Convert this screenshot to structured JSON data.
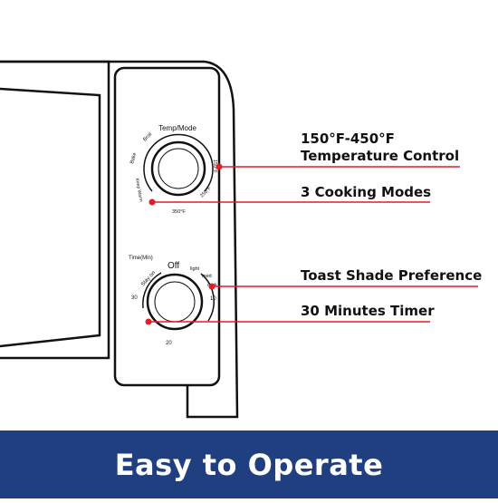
{
  "colors": {
    "banner_bg": "#1f3f80",
    "callout_dot": "#e01e26",
    "callout_line": "#e01e26",
    "outline": "#111111"
  },
  "callouts": {
    "temperature_range": "150°F-450°F",
    "temperature_control": "Temperature Control",
    "cooking_modes": "3 Cooking Modes",
    "toast_shade": "Toast Shade Preference",
    "timer": "30 Minutes Timer"
  },
  "temp_knob": {
    "title": "Temp/Mode",
    "mode_broil": "Broil",
    "mode_bake": "Bake",
    "mode_keep_warm": "Keep Warm",
    "temp_150": "150°F",
    "temp_250": "250°F",
    "temp_350": "350°F"
  },
  "timer_knob": {
    "title": "Time(Min)",
    "off": "Off",
    "stay_on": "Stay on",
    "light": "light",
    "med": "med",
    "dark": "dark",
    "t10": "10",
    "t20": "20",
    "t30": "30"
  },
  "banner": {
    "title": "Easy to Operate"
  }
}
